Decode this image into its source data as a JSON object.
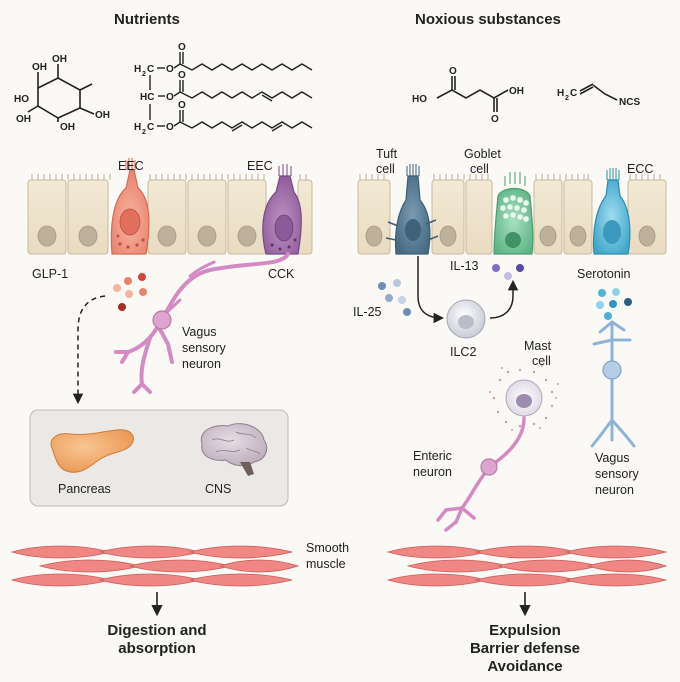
{
  "panels": {
    "left": {
      "title": "Nutrients",
      "cell_label_1": "EEC",
      "cell_label_2": "EEC",
      "hormone_1": "GLP-1",
      "hormone_2": "CCK",
      "neuron": [
        "Vagus",
        "sensory",
        "neuron"
      ],
      "targets": [
        "Pancreas",
        "CNS"
      ],
      "outcome": [
        "Digestion and",
        "absorption"
      ]
    },
    "right": {
      "title": "Noxious substances",
      "tuft": [
        "Tuft",
        "cell"
      ],
      "goblet": [
        "Goblet",
        "cell"
      ],
      "ecc": "ECC",
      "il13": "IL-13",
      "il25": "IL-25",
      "ilc2": "ILC2",
      "serotonin": "Serotonin",
      "mast": [
        "Mast",
        "cell"
      ],
      "enteric": [
        "Enteric",
        "neuron"
      ],
      "vagus": [
        "Vagus",
        "sensory",
        "neuron"
      ],
      "outcome": [
        "Expulsion",
        "Barrier defense",
        "Avoidance"
      ]
    },
    "center": {
      "muscle": [
        "Smooth",
        "muscle"
      ]
    }
  },
  "chemistry": {
    "glucose": {
      "oh1": "OH",
      "oh2": "OH",
      "oh3": "HO",
      "oh4": "OH",
      "oh5": "OH"
    },
    "lipid": {
      "h2c_top": "H",
      "h2c_top_sub": "2",
      "h2c_top_c": "C",
      "hc": "HC",
      "h2c_bot": "H",
      "h2c_bot_sub": "2",
      "h2c_bot_c": "C",
      "o1": "O",
      "o2": "O",
      "o3": "O",
      "o4": "O",
      "o5": "O",
      "o6": "O"
    },
    "succinate": {
      "ho": "HO",
      "oh": "OH",
      "o1": "O",
      "o2": "O"
    },
    "itc": {
      "h": "H",
      "h_sub": "2",
      "c": "C",
      "ncs": "NCS"
    }
  },
  "colors": {
    "epithelium": "#efe3cc",
    "nucleus": "#b9ad98",
    "eec_glp1": "#ef9a86",
    "eec_cck": "#a877b0",
    "tuft": "#5c7f96",
    "goblet": "#79c7a0",
    "ecc": "#63bcd8",
    "neuron": "#d894c8",
    "vagus_right": "#8fb3d6",
    "muscle": "#ef8784"
  }
}
